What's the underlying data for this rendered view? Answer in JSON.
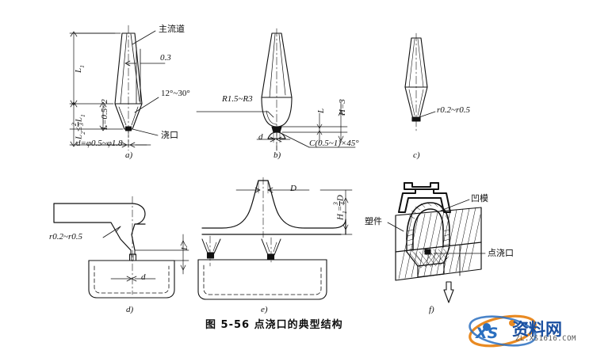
{
  "document": {
    "caption": "图 5-56    点浇口的典型结构",
    "background_color": "#ffffff",
    "line_color": "#111111"
  },
  "panels": [
    {
      "id": "a",
      "letter": "a)",
      "labels": {
        "sprue": "主流道",
        "gate": "浇口",
        "thickness": "0.3",
        "angle": "12°~30°",
        "L1": "L",
        "L1_sub": "1",
        "L2_ineq": "L",
        "L2_sub": "2",
        "L2_rel": "≤",
        "L2_frac_n": "2",
        "L2_frac_d": "3",
        "L2_tail": "L",
        "L2_tail_sub": "1",
        "L_dim": "L=0.5~2",
        "d_dim": "d=φ0.5~φ1.8"
      }
    },
    {
      "id": "b",
      "letter": "b)",
      "labels": {
        "radius": "R1.5~R3",
        "L": "L",
        "H": "H=3",
        "d": "d",
        "chamfer": "C(0.5~1)×45°"
      }
    },
    {
      "id": "c",
      "letter": "c)",
      "labels": {
        "radius": "r0.2~r0.5"
      }
    },
    {
      "id": "d",
      "letter": "d)",
      "labels": {
        "radius": "r0.2~r0.5",
        "L": "L",
        "d": "d"
      }
    },
    {
      "id": "e",
      "letter": "e)",
      "labels": {
        "D": "D",
        "H1": "H",
        "H1_sub": "1",
        "H1_eq": "=",
        "H1_frac_n": "3",
        "H1_frac_d": "4",
        "H1_tail": "D"
      }
    },
    {
      "id": "f",
      "letter": "f)",
      "labels": {
        "cavity": "凹模",
        "part": "塑件",
        "pin_gate": "点浇口"
      }
    }
  ],
  "watermark": {
    "brand": "资料网",
    "url": "ZL.XS1616.COM",
    "logo_color_1": "#e98a22",
    "logo_color_2": "#2a6fc0"
  }
}
